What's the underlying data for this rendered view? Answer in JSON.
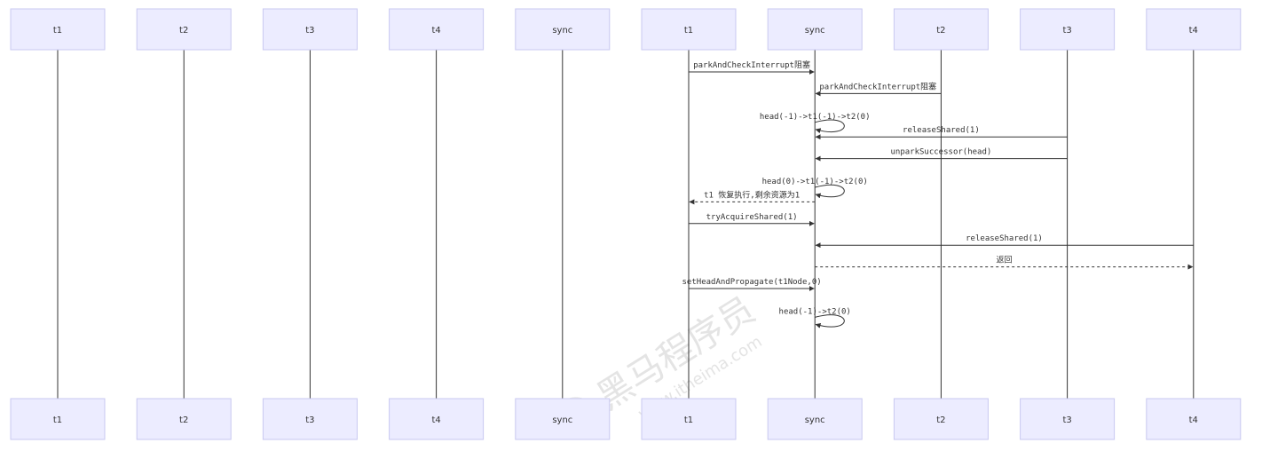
{
  "actors": [
    {
      "id": "a1",
      "label": "t1"
    },
    {
      "id": "a2",
      "label": "t2"
    },
    {
      "id": "a3",
      "label": "t3"
    },
    {
      "id": "a4",
      "label": "t4"
    },
    {
      "id": "a5",
      "label": "sync"
    },
    {
      "id": "a6",
      "label": "t1"
    },
    {
      "id": "a7",
      "label": "sync"
    },
    {
      "id": "a8",
      "label": "t2"
    },
    {
      "id": "a9",
      "label": "t3"
    },
    {
      "id": "a10",
      "label": "t4"
    }
  ],
  "messages": [
    {
      "from": "a6",
      "to": "a7",
      "text": "parkAndCheckInterrupt阻塞",
      "style": "solid"
    },
    {
      "from": "a8",
      "to": "a7",
      "text": "parkAndCheckInterrupt阻塞",
      "style": "solid"
    },
    {
      "from": "a7",
      "to": "a7",
      "text": "head(-1)->t1(-1)->t2(0)",
      "style": "self"
    },
    {
      "from": "a9",
      "to": "a7",
      "text": "releaseShared(1)",
      "style": "solid"
    },
    {
      "from": "a9",
      "to": "a7",
      "text": "unparkSuccessor(head)",
      "style": "solid"
    },
    {
      "from": "a7",
      "to": "a7",
      "text": "head(0)->t1(-1)->t2(0)",
      "style": "self"
    },
    {
      "from": "a7",
      "to": "a6",
      "text": "t1 恢复执行,剩余资源为1",
      "style": "dashed"
    },
    {
      "from": "a6",
      "to": "a7",
      "text": "tryAcquireShared(1)",
      "style": "solid"
    },
    {
      "from": "a10",
      "to": "a7",
      "text": "releaseShared(1)",
      "style": "solid"
    },
    {
      "from": "a7",
      "to": "a10",
      "text": "返回",
      "style": "dashed"
    },
    {
      "from": "a6",
      "to": "a7",
      "text": "setHeadAndPropagate(t1Node,0)",
      "style": "solid"
    },
    {
      "from": "a7",
      "to": "a7",
      "text": "head(-1)->t2(0)",
      "style": "self"
    }
  ],
  "watermark": {
    "brand": "黑马程序员",
    "url": "www.itheima.com"
  }
}
